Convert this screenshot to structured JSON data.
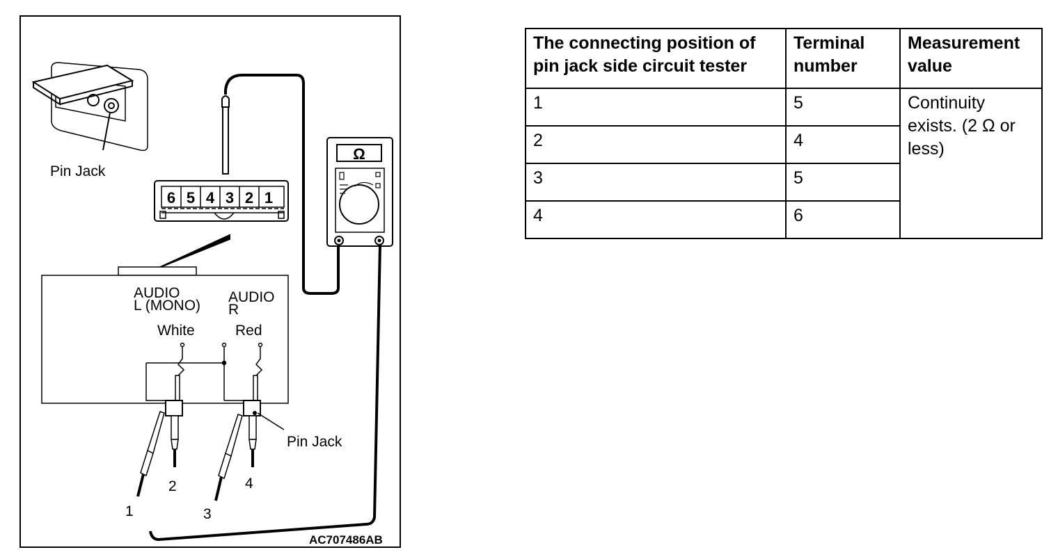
{
  "figure": {
    "pin_jack_label_top": "Pin Jack",
    "connector_pins": [
      "6",
      "5",
      "4",
      "3",
      "2",
      "1"
    ],
    "audio_left_label": "AUDIO",
    "audio_left_sub": "L (MONO)",
    "audio_right_label": "AUDIO",
    "audio_right_sub": "R",
    "white_label": "White",
    "red_label": "Red",
    "pin_jack_label_right": "Pin Jack",
    "plug_numbers": [
      "1",
      "2",
      "3",
      "4"
    ],
    "meter_symbol": "Ω",
    "figure_code": "AC707486AB"
  },
  "table": {
    "headers": [
      "The connecting position of pin jack side circuit tester",
      "Terminal number",
      "Measurement value"
    ],
    "rows": [
      {
        "position": "1",
        "terminal": "5"
      },
      {
        "position": "2",
        "terminal": "4"
      },
      {
        "position": "3",
        "terminal": "5"
      },
      {
        "position": "4",
        "terminal": "6"
      }
    ],
    "measurement_value": "Continuity exists. (2 Ω or less)"
  }
}
